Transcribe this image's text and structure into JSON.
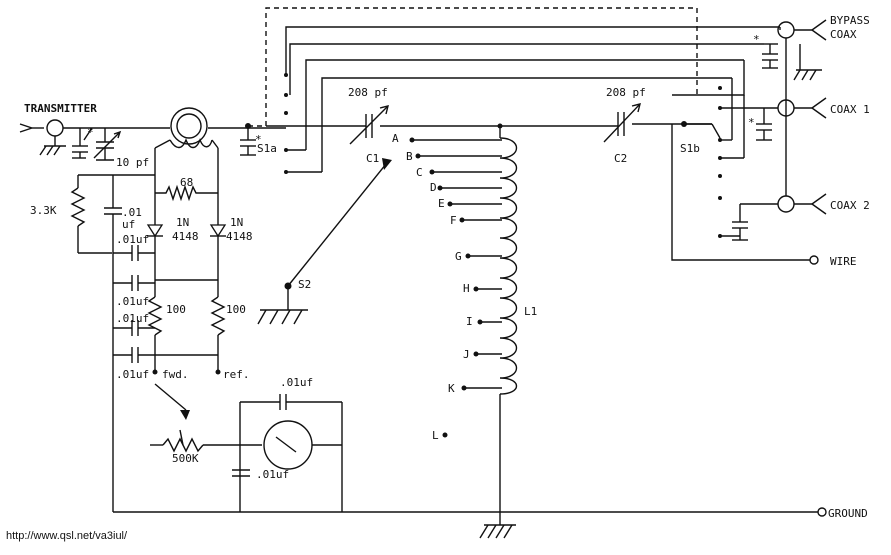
{
  "labels": {
    "transmitter": "TRANSMITTER",
    "bypass": "BYPASS",
    "coax": "COAX",
    "coax1": "COAX 1",
    "coax2": "COAX 2",
    "wire": "WIRE",
    "ground": "GROUND",
    "c_input": "10 pf",
    "r_3k3": "3.3K",
    "c_01": ".01",
    "c_01_unit": "uf",
    "r_68": "68",
    "diode1_a": "1N",
    "diode1_b": "4148",
    "diode2_a": "1N",
    "diode2_b": "4148",
    "c_01uf_a": ".01uf",
    "c_01uf_b": ".01uf",
    "c_01uf_c": ".01uf",
    "c_01uf_d": ".01uf",
    "r_100_a": "100",
    "r_100_b": "100",
    "fwd": "fwd.",
    "ref": "ref.",
    "r_500k": "500K",
    "c_meter_top": ".01uf",
    "c_meter_bottom": ".01uf",
    "c1_value": "208 pf",
    "c1": "C1",
    "c2_value": "208 pf",
    "c2": "C2",
    "s1a": "S1a",
    "s1b": "S1b",
    "s2": "S2",
    "l1": "L1",
    "star1": "*",
    "star2": "*",
    "star3": "*",
    "star4": "*"
  },
  "taps": [
    "A",
    "B",
    "C",
    "D",
    "E",
    "F",
    "G",
    "H",
    "I",
    "J",
    "K",
    "L"
  ],
  "source_url": "http://www.qsl.net/va3iul/"
}
